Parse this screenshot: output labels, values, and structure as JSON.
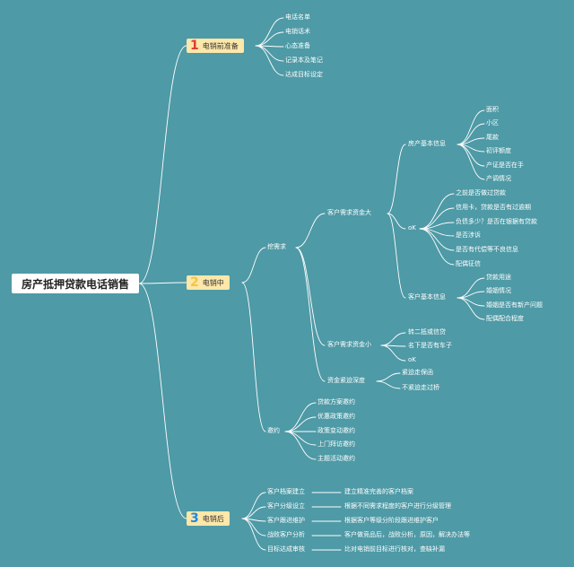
{
  "root": "房产抵押贷款电话销售",
  "colors": {
    "background": "#4e9aa6",
    "line": "#ffffff",
    "box": "#fde7a9",
    "num1": "#e53935",
    "num2": "#f4c542",
    "num3": "#1e88e5"
  },
  "branch1": {
    "num": "1",
    "label": "电销前准备",
    "items": [
      "电话名单",
      "电销话术",
      "心态准备",
      "记录本及笔记",
      "达成目标设定"
    ]
  },
  "branch2": {
    "num": "2",
    "label": "电销中",
    "dig": {
      "label": "挖需求",
      "big": {
        "label": "客户需求资金大",
        "property": {
          "label": "房产基本信息",
          "items": [
            "面积",
            "小区",
            "尾款",
            "初评额度",
            "产证是否在手",
            "产调情况"
          ]
        },
        "ok": {
          "label": "oK",
          "items": [
            "之前是否做过贷款",
            "信用卡，贷款是否有过逾期",
            "负债多少？是否在银据有贷款",
            "是否涉诉",
            "是否有代偿等不良信息",
            "配偶征信"
          ]
        },
        "customer": {
          "label": "客户基本信息",
          "items": [
            "贷款用途",
            "婚姻情况",
            "婚姻是否有新产问题",
            "配偶配合程度"
          ]
        }
      },
      "small": {
        "label": "客户需求资金小",
        "items": [
          "转二抵或信贷",
          "名下是否有车子",
          "oK"
        ]
      },
      "urgency": {
        "label": "资金紧迫深度",
        "items": [
          "紧迫走保函",
          "不紧迫走过桥"
        ]
      }
    },
    "invite": {
      "label": "邀约",
      "items": [
        "贷款方案邀约",
        "优惠政策邀约",
        "政策变动邀约",
        "上门拜访邀约",
        "主题活动邀约"
      ]
    }
  },
  "branch3": {
    "num": "3",
    "label": "电销后",
    "rows": [
      {
        "label": "客户档案建立",
        "detail": "建立精准完善的客户档案"
      },
      {
        "label": "客户分级设立",
        "detail": "根据不同需求程度的客户进行分级管理"
      },
      {
        "label": "客户跟进维护",
        "detail": "根据客户等级分阶段跟进维护客户"
      },
      {
        "label": "战败客户分析",
        "detail": "客户做竞品后，战败分析，原因，解决办法等"
      },
      {
        "label": "目标达成审核",
        "detail": "比对电销前目标进行核对，查缺补漏"
      }
    ]
  }
}
